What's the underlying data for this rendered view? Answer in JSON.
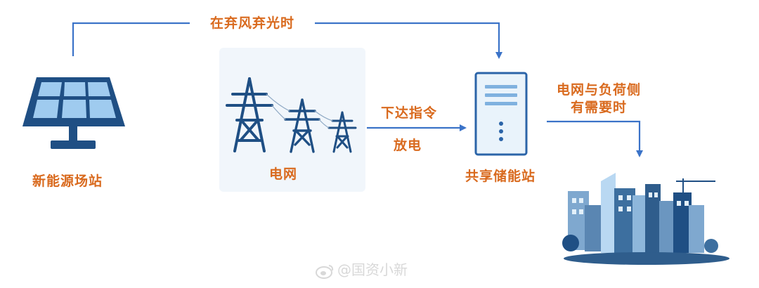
{
  "colors": {
    "accent_text": "#d96a1e",
    "line": "#3b73c8",
    "icon_dark": "#1f4f84",
    "icon_light": "#b9d8f2",
    "panel_cell": "#9fcbef",
    "building_mid": "#5a86b2"
  },
  "labels": {
    "top_flow": "在弃风弃光时",
    "solar_station": "新能源场站",
    "power_grid": "电网",
    "command": "下达指令",
    "discharge": "放电",
    "shared_storage": "共享储能站",
    "demand_line1": "电网与负荷侧",
    "demand_line2": "有需要时"
  },
  "icons": {
    "solar": "solar-panel-icon",
    "grid": "transmission-tower-icon",
    "storage": "storage-cabinet-icon",
    "city": "city-skyline-icon"
  },
  "watermark": {
    "text": "@国资小新"
  }
}
